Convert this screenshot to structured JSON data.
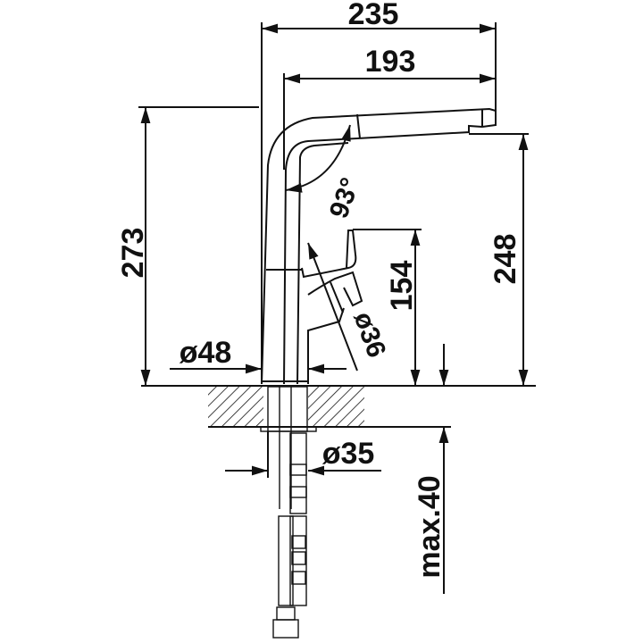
{
  "drawing": {
    "dimensions": {
      "overall_width": "235",
      "spout_reach": "193",
      "overall_height": "273",
      "spout_height": "248",
      "lever_height": "154",
      "base_diameter": "ø48",
      "spout_angle": "93°",
      "lever_angle": "ø36",
      "shank_diameter": "ø35",
      "max_countertop_thickness": "max.40"
    },
    "colors": {
      "line": "#111111",
      "background": "#ffffff"
    }
  }
}
